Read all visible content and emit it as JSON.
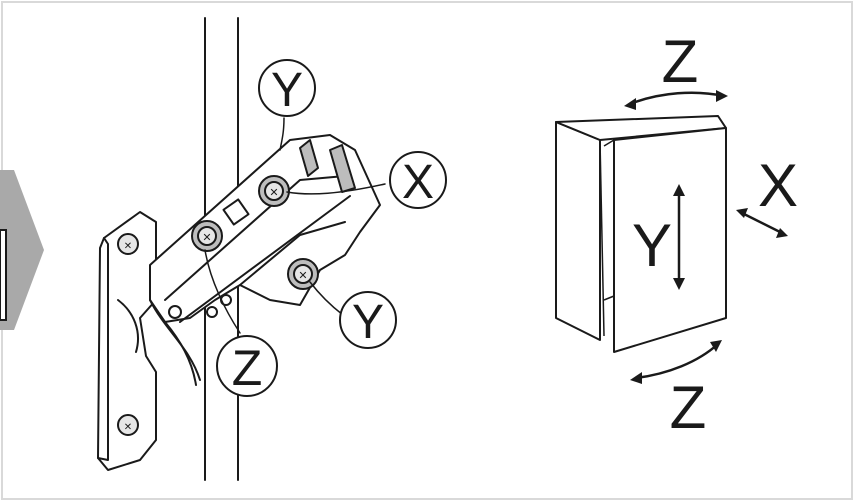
{
  "colors": {
    "background": "#ffffff",
    "frame_border": "#d9d9d9",
    "line": "#1a1a1a",
    "pointer_arrow": "#a9a9a9",
    "shade_dark": "#bdbdbd",
    "shade_light": "#e6e6e6"
  },
  "hinge": {
    "callout_top_y": "Y",
    "callout_screw_x": "X",
    "callout_bottom_y": "Y",
    "callout_cam_z": "Z"
  },
  "cabinet": {
    "label_top_z": "Z",
    "label_side_x": "X",
    "label_front_y": "Y",
    "label_bottom_z": "Z"
  },
  "icons": [
    "pointer-arrow-icon",
    "screw-icon",
    "double-arrow-icon"
  ]
}
